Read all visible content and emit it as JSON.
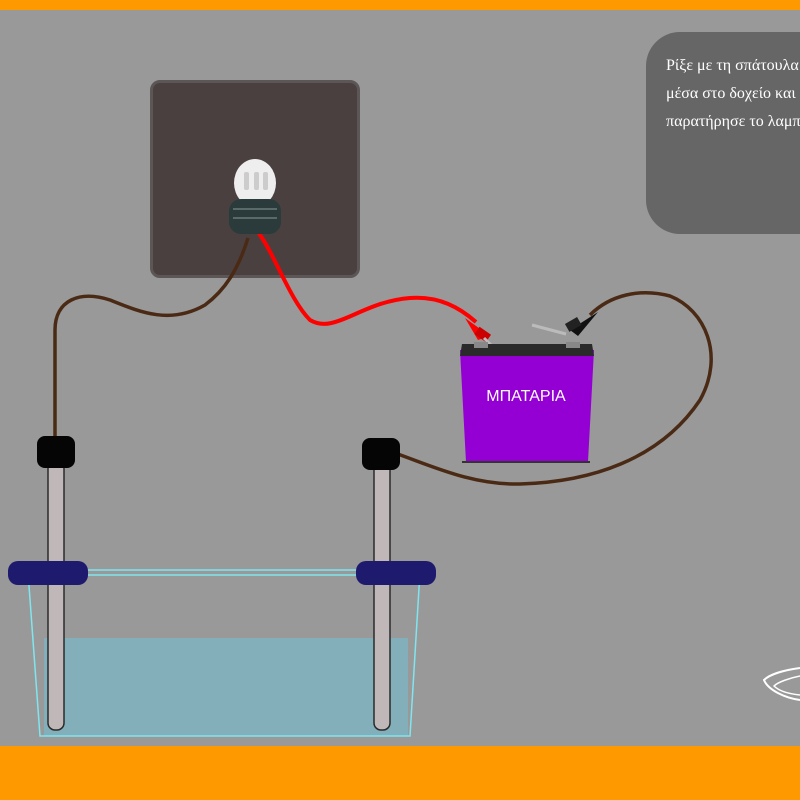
{
  "instruction": {
    "lines": [
      "Ρίξε με τη σπάτουλα",
      "μέσα στο δοχείο και",
      "παρατήρησε το λαμπάκι"
    ]
  },
  "battery": {
    "label": "ΜΠΑΤΑΡΙΑ",
    "color": "#9400d3"
  },
  "colors": {
    "frame": "#ff9900",
    "background": "#999999",
    "wire_positive": "#ff0000",
    "wire_neutral": "#4a2a14",
    "water": "#7fb3c0"
  },
  "icons": [
    "bulb-icon",
    "battery-icon",
    "electrode-icon",
    "clamp-icon",
    "beaker-icon",
    "spatula-icon"
  ]
}
